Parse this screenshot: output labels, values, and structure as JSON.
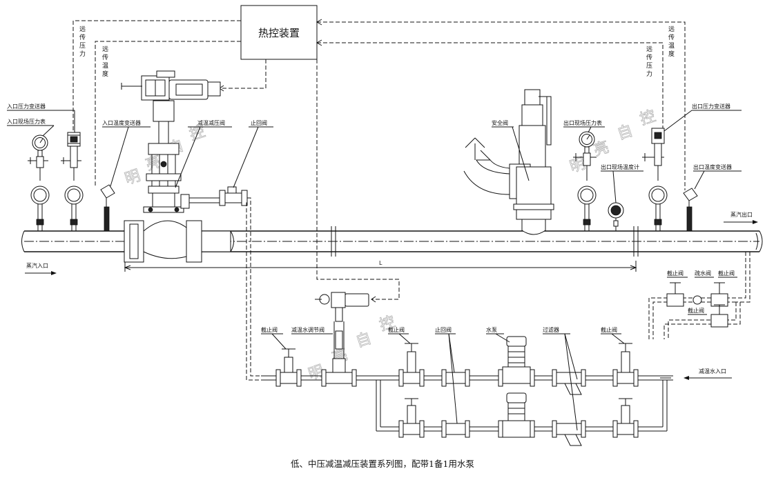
{
  "controller": {
    "label": "热控装置"
  },
  "remote_signals": {
    "remote_pressure_left": "远传压力",
    "remote_temp_left": "远传温度",
    "remote_temp_right": "远传温度",
    "remote_pressure_right": "远传压力"
  },
  "labels": {
    "inlet_pressure_transmitter": "入口压力变送器",
    "inlet_pressure_gauge": "入口现场压力表",
    "inlet_temp_transmitter": "入口温度变送器",
    "pressure_reducing_valve": "减温减压阀",
    "check_valve_top": "止回阀",
    "safety_valve": "安全阀",
    "outlet_pressure_gauge": "出口现场压力表",
    "outlet_thermometer": "出口现场温度计",
    "outlet_pressure_transmitter": "出口压力变送器",
    "outlet_temp_transmitter": "出口温度变送器",
    "steam_outlet": "蒸汽出口",
    "steam_inlet": "蒸汽入口",
    "length_L": "L",
    "stop_valve_a": "截止阀",
    "drain_valve": "疏水阀",
    "stop_valve_b": "截止阀",
    "stop_valve_c": "截止阀",
    "stop_valve_d": "截止阀",
    "desuperheat_control_valve": "减温水调节阀",
    "stop_valve_e": "截止阀",
    "check_valve_bottom": "止回阀",
    "water_pump": "水泵",
    "filter": "过滤器",
    "stop_valve_f": "截止阀",
    "desuperheat_water_inlet": "减温水入口"
  },
  "watermark": [
    "明",
    "亮",
    "自",
    "控"
  ],
  "caption": "低、中压减温减压装置系列图，配带1备1用水泵"
}
